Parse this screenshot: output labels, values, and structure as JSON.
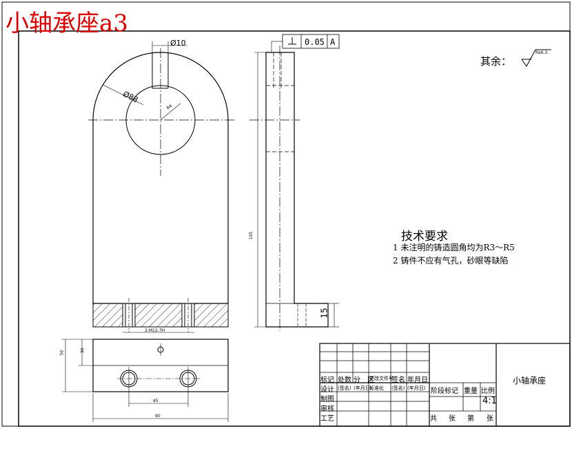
{
  "title": "小轴承座a3",
  "surface_finish": {
    "label": "其余：",
    "roughness": "Ra6.3"
  },
  "tolerance_frame": {
    "symbol": "⊥",
    "value": "0.05",
    "datum": "A"
  },
  "dimensions": {
    "bore_dia": "Ø10",
    "outer_dia": "Ø88",
    "radius": "R4",
    "base_height": "15",
    "holes": "2-M12-7H",
    "height_total": "105",
    "top_h1": "50",
    "top_h2": "30",
    "hole_spacing": "45",
    "overall_width": "90"
  },
  "technical_requirements": {
    "heading": "技术要求",
    "items": [
      "1 未注明的铸造圆角均为R3～R5",
      "2 铸件不应有气孔，砂眼等缺陷"
    ]
  },
  "title_block": {
    "part_name": "小轴承座",
    "scale": "4:1",
    "row_header": [
      "标记",
      "处数",
      "分　区",
      "更改文件号",
      "签名",
      "年月日"
    ],
    "row_design": [
      "设计",
      "(签名)",
      "(年月日)",
      "标准化",
      "(签名)",
      "(年月日)"
    ],
    "labels": [
      "制图",
      "审核",
      "工艺"
    ],
    "stage_label": "阶段标记",
    "weight_label": "重量",
    "scale_label": "比例",
    "sheets": [
      "共",
      "张",
      "第",
      "张"
    ]
  },
  "colors": {
    "title": "#e00000",
    "lines": "#000000",
    "background": "#ffffff"
  }
}
